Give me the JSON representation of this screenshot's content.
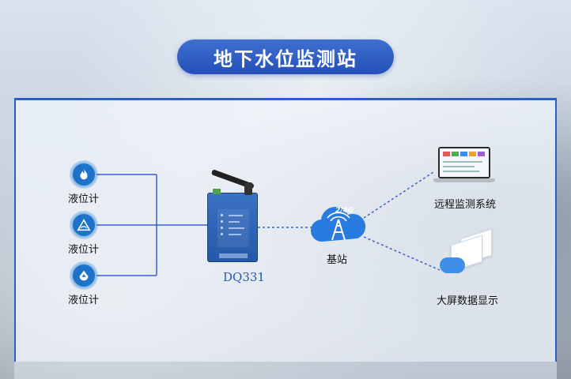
{
  "title": "地下水位监测站",
  "sensors": [
    {
      "label": "液位计",
      "icon": "flame-icon"
    },
    {
      "label": "液位计",
      "icon": "triangle-warning-icon"
    },
    {
      "label": "液位计",
      "icon": "water-drop-icon"
    }
  ],
  "device": {
    "model": "DQ331"
  },
  "base_station": {
    "label": "基站",
    "signal": "2/4G"
  },
  "outputs": [
    {
      "label": "远程监测系统"
    },
    {
      "label": "大屏数据显示"
    }
  ],
  "colors": {
    "accent": "#2b5fc8",
    "line": "#3a5fc8",
    "sensor": "#1e73c9"
  }
}
